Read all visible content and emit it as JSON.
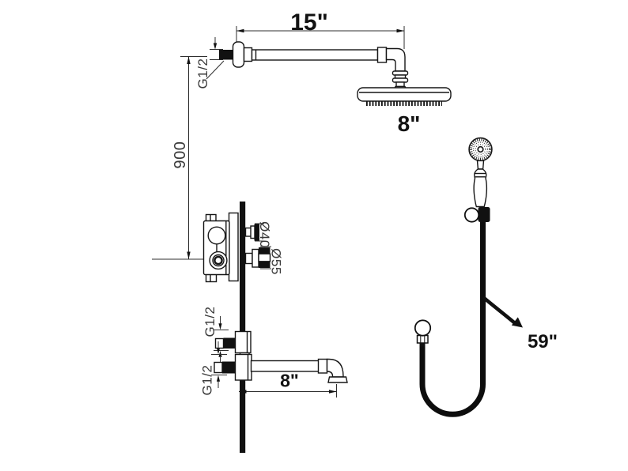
{
  "drawing": {
    "background": "#ffffff",
    "line_color": "#161616",
    "labels": {
      "arm_length": "15\"",
      "arm_thread": "G1/2",
      "mount_height": "900",
      "head_size": "8\"",
      "knob_top_diameter": "Ø40",
      "knob_bottom_diameter": "Ø55",
      "diverter_thread": "G1/2",
      "spout_thread": "G1/2",
      "spout_length": "8\"",
      "hose_length": "59\""
    }
  }
}
